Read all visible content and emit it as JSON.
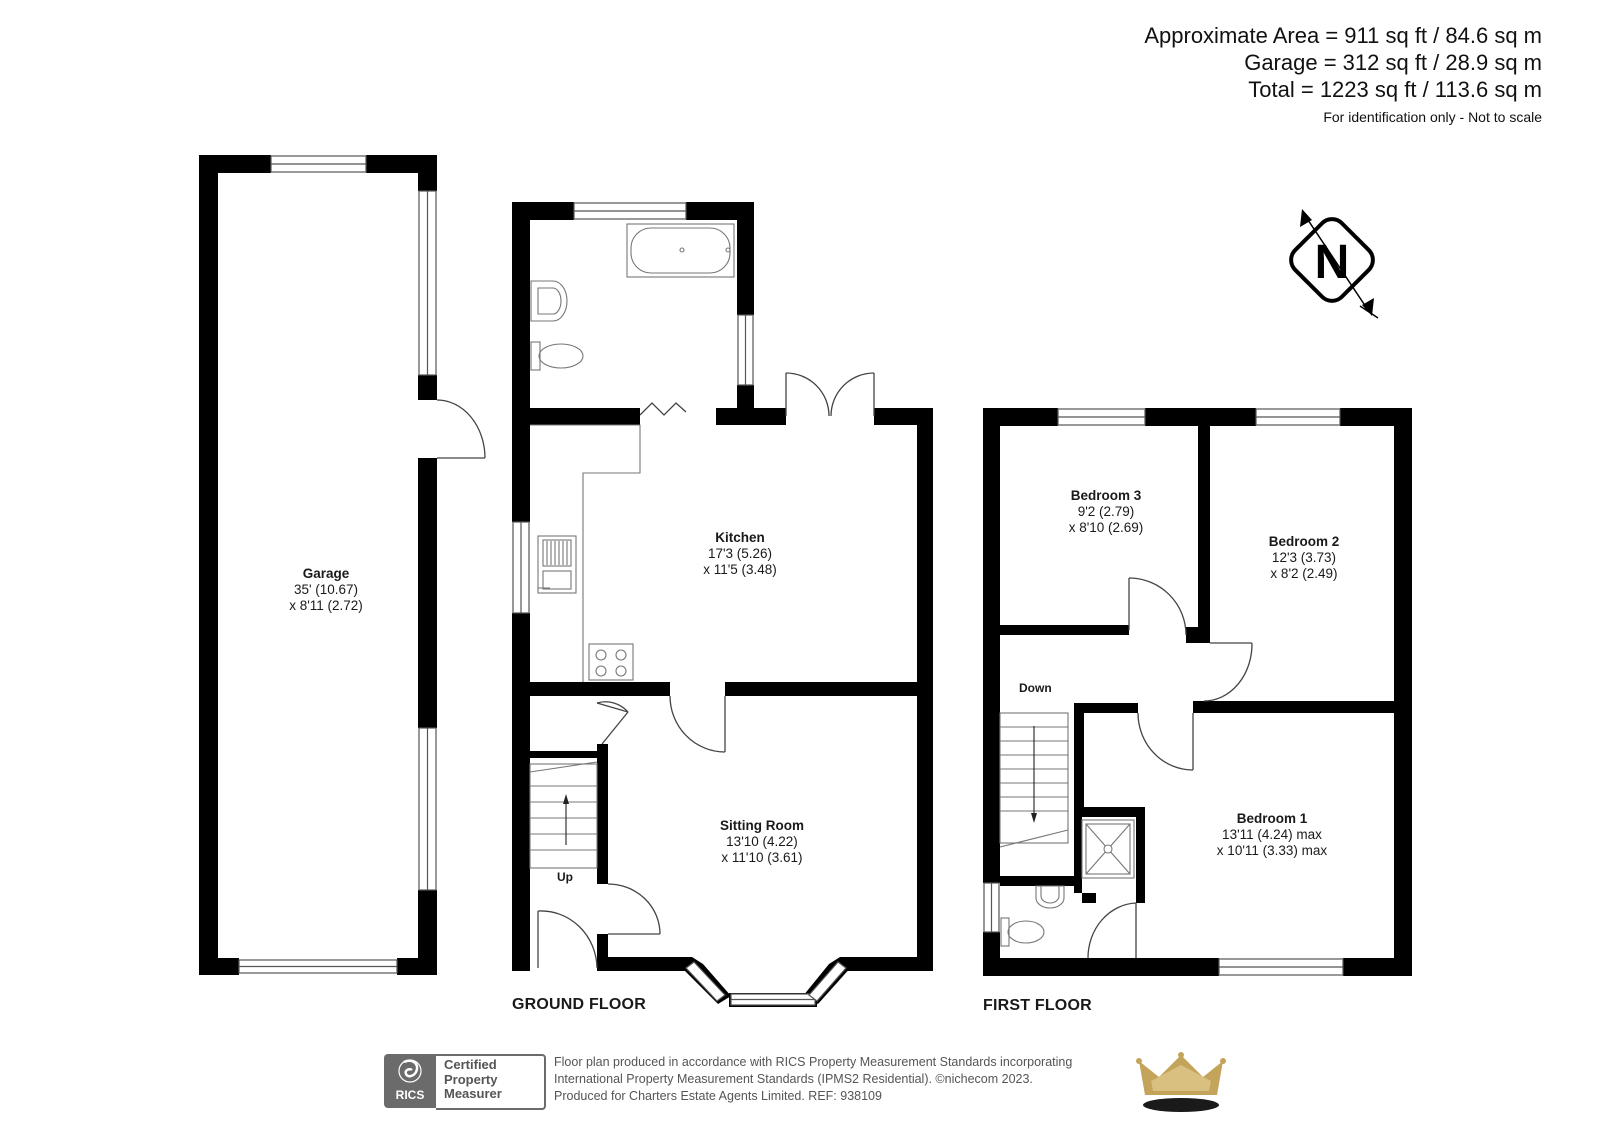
{
  "header": {
    "area_lines": [
      "Approximate Area = 911 sq ft / 84.6 sq m",
      "Garage = 312 sq ft / 28.9 sq m",
      "Total = 1223 sq ft / 113.6 sq m"
    ],
    "note": "For identification only - Not to scale"
  },
  "compass": {
    "label": "N"
  },
  "floors": {
    "ground": "GROUND FLOOR",
    "first": "FIRST FLOOR"
  },
  "rooms": {
    "garage": {
      "name": "Garage",
      "dim1": "35' (10.67)",
      "dim2": "x 8'11 (2.72)"
    },
    "kitchen": {
      "name": "Kitchen",
      "dim1": "17'3 (5.26)",
      "dim2": "x 11'5 (3.48)"
    },
    "sitting": {
      "name": "Sitting Room",
      "dim1": "13'10 (4.22)",
      "dim2": "x 11'10 (3.61)"
    },
    "bedroom3": {
      "name": "Bedroom 3",
      "dim1": "9'2 (2.79)",
      "dim2": "x 8'10 (2.69)"
    },
    "bedroom2": {
      "name": "Bedroom 2",
      "dim1": "12'3 (3.73)",
      "dim2": "x 8'2 (2.49)"
    },
    "bedroom1": {
      "name": "Bedroom 1",
      "dim1": "13'11 (4.24) max",
      "dim2": "x 10'11 (3.33)  max"
    }
  },
  "stairs": {
    "up": "Up",
    "down": "Down"
  },
  "footer": {
    "rics_short": "RICS",
    "rics_lines": [
      "Certified",
      "Property",
      "Measurer"
    ],
    "lines": [
      "Floor plan produced in accordance with RICS Property Measurement Standards incorporating",
      "International Property Measurement Standards (IPMS2 Residential).  ©nichecom 2023.",
      "Produced for Charters Estate Agents Limited.   REF:  938109"
    ]
  },
  "colors": {
    "wall": "#000000",
    "fixture": "#777777",
    "crown_gold": "#c4a35a",
    "crown_dark": "#1a1a1a",
    "badge": "#6b6b6b"
  }
}
